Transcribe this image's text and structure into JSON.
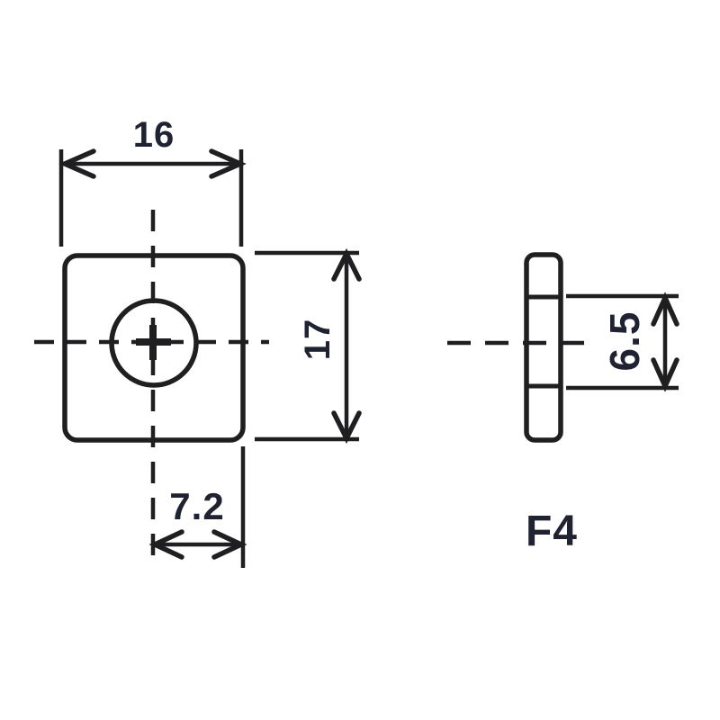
{
  "drawing": {
    "part_label": "F4",
    "dimensions": {
      "front_width": "16",
      "front_height": "17",
      "front_bottom": "7.2",
      "side_height": "6.5"
    },
    "colors": {
      "line": "#1f1f21",
      "text": "#1f2230",
      "background": "#ffffff"
    }
  }
}
